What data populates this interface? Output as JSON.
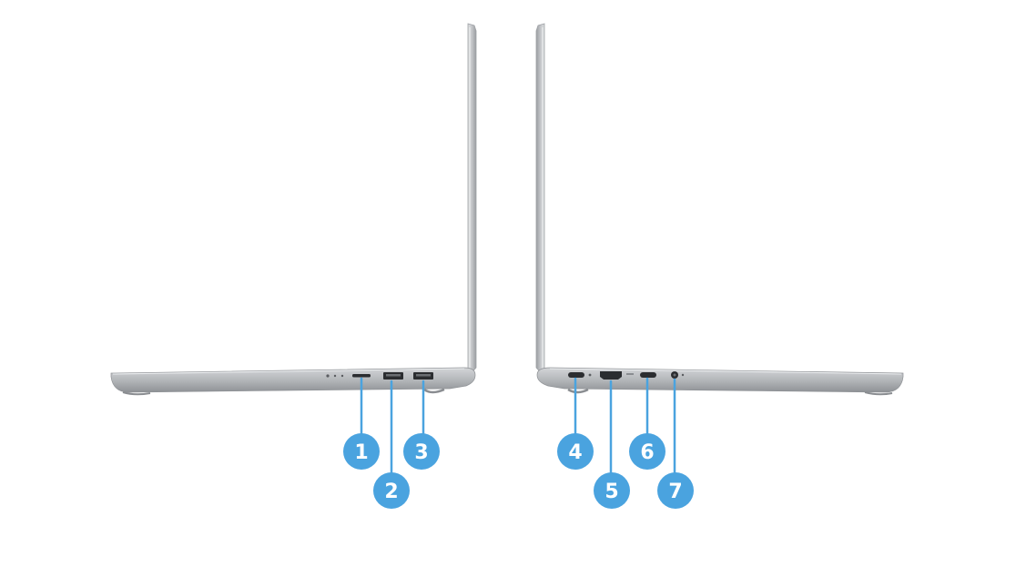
{
  "colors": {
    "background": "#ffffff",
    "chassis": "#b9bbbe",
    "chassis_dark": "#8e9195",
    "chassis_light": "#dcdee0",
    "port": "#2b2d30",
    "callout": "#4aa3df",
    "callout_text": "#ffffff"
  },
  "laptops": [
    {
      "side": "left",
      "icons": [
        "microsd-card-reader-icon",
        "usb-a-port-icon",
        "usb-a-port-icon"
      ]
    },
    {
      "side": "right",
      "icons": [
        "usb-c-port-icon",
        "hdmi-port-icon",
        "usb-c-port-icon",
        "headphone-jack-icon"
      ]
    }
  ],
  "callouts": [
    {
      "id": "port-callout-1",
      "label": "1",
      "port": "microsd-card-reader"
    },
    {
      "id": "port-callout-2",
      "label": "2",
      "port": "usb-a-port"
    },
    {
      "id": "port-callout-3",
      "label": "3",
      "port": "usb-a-port"
    },
    {
      "id": "port-callout-4",
      "label": "4",
      "port": "usb-c-port"
    },
    {
      "id": "port-callout-5",
      "label": "5",
      "port": "hdmi-port"
    },
    {
      "id": "port-callout-6",
      "label": "6",
      "port": "usb-c-port"
    },
    {
      "id": "port-callout-7",
      "label": "7",
      "port": "headphone-jack"
    }
  ]
}
